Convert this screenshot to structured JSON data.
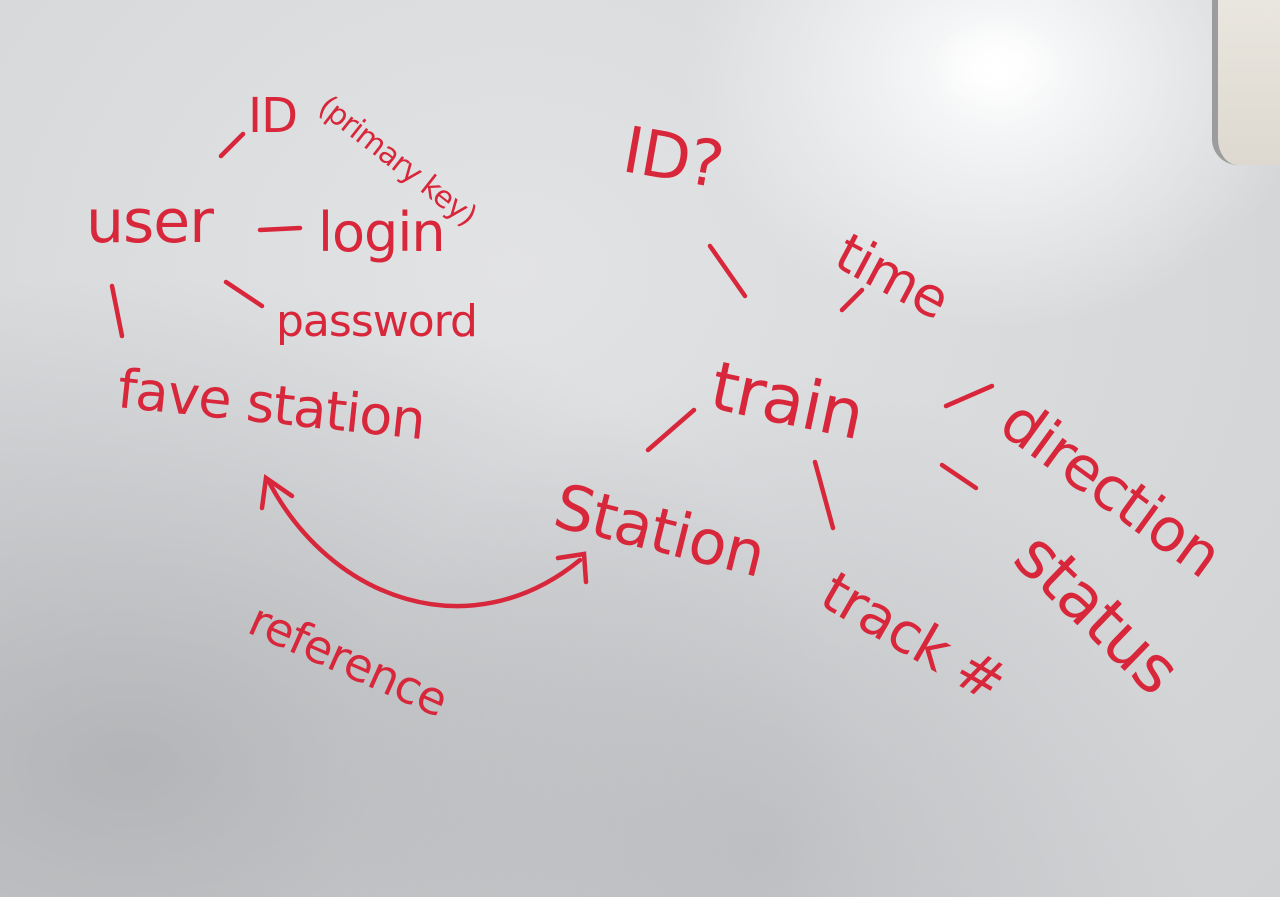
{
  "colors": {
    "marker": "#d8263a",
    "board": "#d6d8da"
  },
  "user_entity": {
    "name": "user",
    "id": "ID",
    "id_note": "(primary key)",
    "login": "login",
    "password": "password",
    "fave_station": "fave station"
  },
  "train_entity": {
    "id": "ID?",
    "name": "train",
    "time": "time",
    "direction": "direction",
    "status": "status",
    "track": "track #",
    "station": "Station"
  },
  "relation": {
    "label": "reference"
  }
}
